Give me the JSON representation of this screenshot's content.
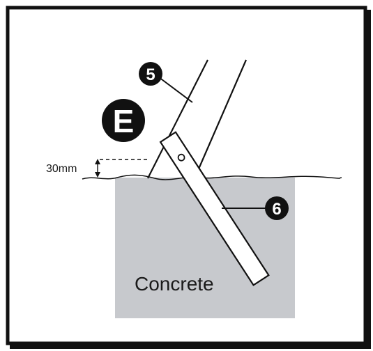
{
  "labels": {
    "marker_e": "E",
    "marker_5": "5",
    "marker_6": "6",
    "dimension": "30mm",
    "concrete": "Concrete"
  },
  "colors": {
    "frame": "#111111",
    "concrete_fill": "#c7c9cd",
    "marker_fill": "#111111",
    "marker_text": "#ffffff",
    "line": "#111111"
  }
}
